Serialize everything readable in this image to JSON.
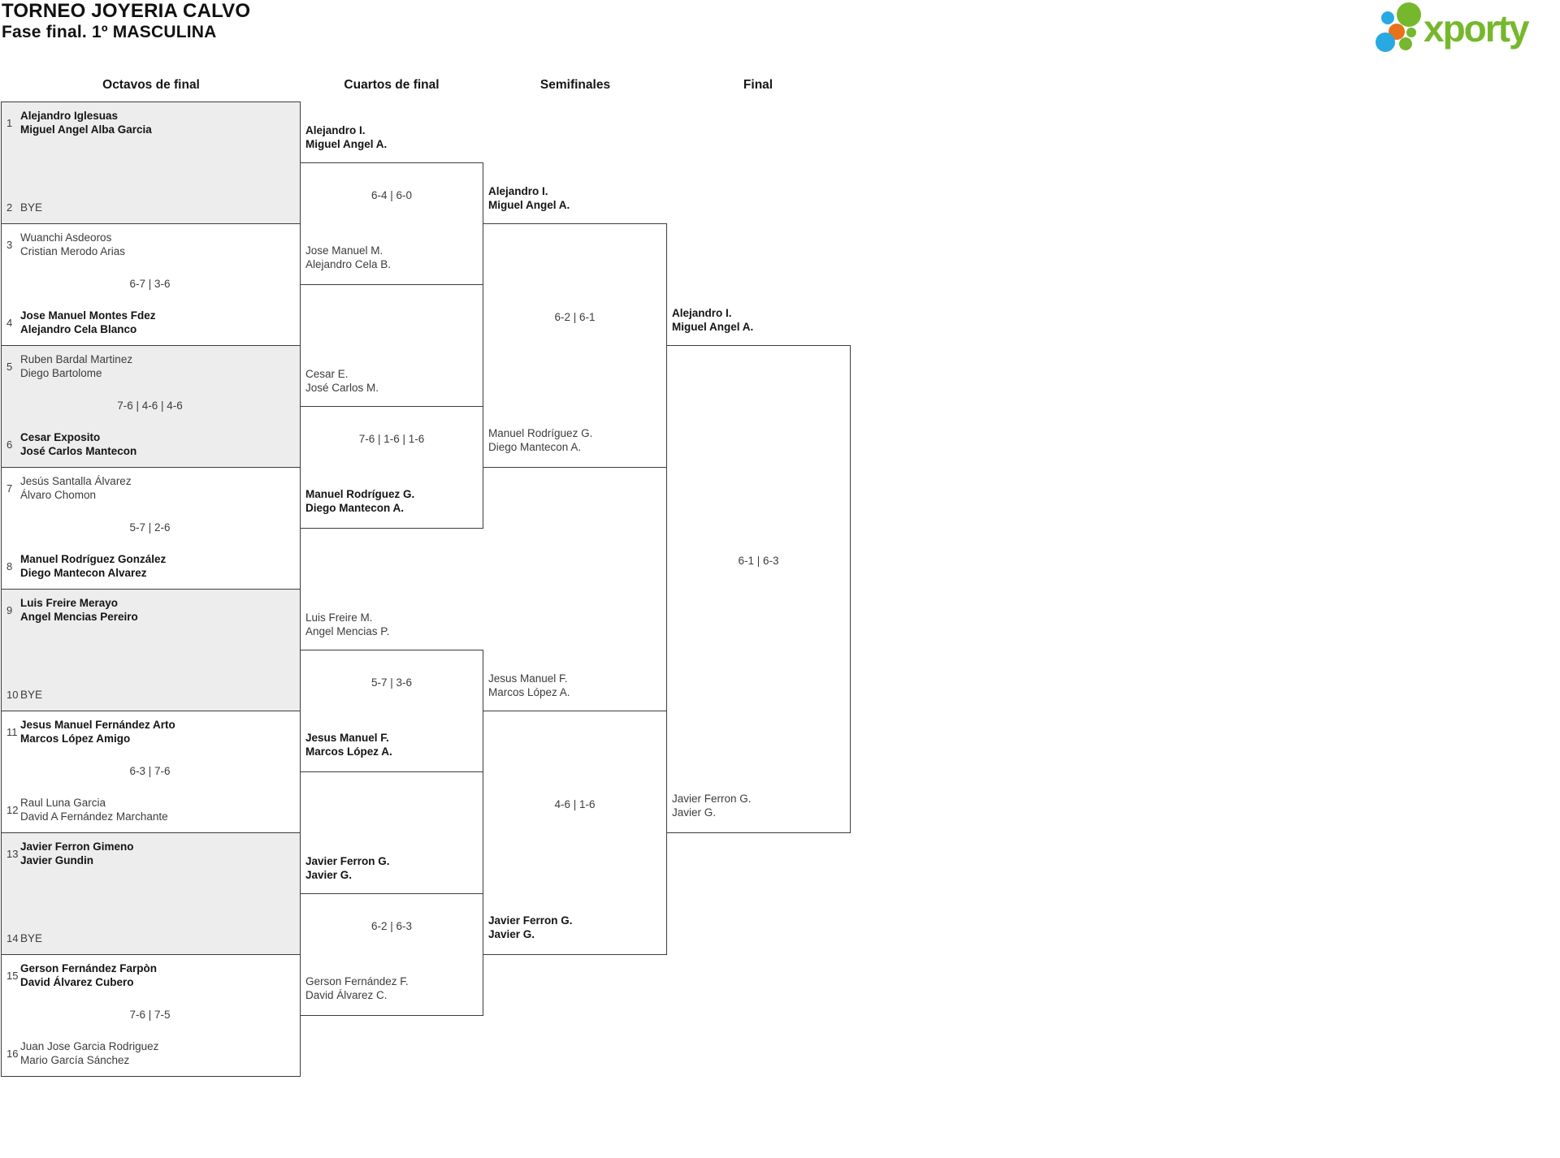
{
  "title": "TORNEO JOYERIA CALVO",
  "subtitle": "Fase final. 1º MASCULINA",
  "logo": {
    "text": "xporty",
    "green": "#76b82d",
    "blue": "#29a9e1",
    "orange": "#e8721c"
  },
  "rounds": [
    "Octavos de final",
    "Cuartos de final",
    "Semifinales",
    "Final"
  ],
  "octavos": [
    {
      "seed_top": "1",
      "top1": "Alejandro Iglesuas",
      "top2": "Miguel Angel Alba Garcia",
      "score": "",
      "seed_bottom": "2",
      "bottom1": "BYE",
      "bottom2": "",
      "winner": "top",
      "shaded": true
    },
    {
      "seed_top": "3",
      "top1": "Wuanchi Asdeoros",
      "top2": "Cristian Merodo Arias",
      "score": "6-7 | 3-6",
      "seed_bottom": "4",
      "bottom1": "Jose Manuel Montes Fdez",
      "bottom2": "Alejandro Cela Blanco",
      "winner": "bottom",
      "shaded": false
    },
    {
      "seed_top": "5",
      "top1": "Ruben Bardal Martinez",
      "top2": "Diego Bartolome",
      "score": "7-6 | 4-6 | 4-6",
      "seed_bottom": "6",
      "bottom1": "Cesar Exposito",
      "bottom2": "José Carlos Mantecon",
      "winner": "bottom",
      "shaded": true
    },
    {
      "seed_top": "7",
      "top1": "Jesús Santalla Álvarez",
      "top2": "Álvaro Chomon",
      "score": "5-7 | 2-6",
      "seed_bottom": "8",
      "bottom1": "Manuel Rodríguez González",
      "bottom2": "Diego Mantecon Alvarez",
      "winner": "bottom",
      "shaded": false
    },
    {
      "seed_top": "9",
      "top1": "Luis Freire Merayo",
      "top2": "Angel Mencias Pereiro",
      "score": "",
      "seed_bottom": "10",
      "bottom1": "BYE",
      "bottom2": "",
      "winner": "top",
      "shaded": true
    },
    {
      "seed_top": "11",
      "top1": "Jesus Manuel Fernández Arto",
      "top2": "Marcos López Amigo",
      "score": "6-3 | 7-6",
      "seed_bottom": "12",
      "bottom1": "Raul Luna Garcia",
      "bottom2": "David A Fernández Marchante",
      "winner": "top",
      "shaded": false
    },
    {
      "seed_top": "13",
      "top1": "Javier Ferron Gimeno",
      "top2": "Javier Gundin",
      "score": "",
      "seed_bottom": "14",
      "bottom1": "BYE",
      "bottom2": "",
      "winner": "top",
      "shaded": true
    },
    {
      "seed_top": "15",
      "top1": "Gerson Fernández Farpòn",
      "top2": "David Álvarez Cubero",
      "score": "7-6 | 7-5",
      "seed_bottom": "16",
      "bottom1": "Juan Jose Garcia Rodriguez",
      "bottom2": "Mario García Sánchez",
      "winner": "top",
      "shaded": false
    }
  ],
  "cuartos": [
    {
      "top1": "Alejandro I.",
      "top2": "Miguel Angel A.",
      "score": "6-4 | 6-0",
      "bottom1": "Jose Manuel M.",
      "bottom2": "Alejandro Cela B.",
      "winner": "top"
    },
    {
      "top1": "Cesar E.",
      "top2": "José Carlos M.",
      "score": "7-6 | 1-6 | 1-6",
      "bottom1": "Manuel Rodríguez G.",
      "bottom2": "Diego Mantecon A.",
      "winner": "bottom"
    },
    {
      "top1": "Luis Freire M.",
      "top2": "Angel Mencias P.",
      "score": "5-7 | 3-6",
      "bottom1": "Jesus Manuel F.",
      "bottom2": "Marcos López A.",
      "winner": "bottom"
    },
    {
      "top1": "Javier Ferron G.",
      "top2": "Javier G.",
      "score": "6-2 | 6-3",
      "bottom1": "Gerson Fernández F.",
      "bottom2": "David Álvarez C.",
      "winner": "top"
    }
  ],
  "semifinales": [
    {
      "top1": "Alejandro I.",
      "top2": "Miguel Angel A.",
      "score": "6-2 | 6-1",
      "bottom1": "Manuel Rodríguez G.",
      "bottom2": "Diego Mantecon A.",
      "winner": "top"
    },
    {
      "top1": "Jesus Manuel F.",
      "top2": "Marcos López A.",
      "score": "4-6 | 1-6",
      "bottom1": "Javier Ferron G.",
      "bottom2": "Javier G.",
      "winner": "bottom"
    }
  ],
  "final": {
    "top1": "Alejandro I.",
    "top2": "Miguel Angel A.",
    "score": "6-1 | 6-3",
    "bottom1": "Javier Ferron G.",
    "bottom2": "Javier G.",
    "winner": "top"
  }
}
